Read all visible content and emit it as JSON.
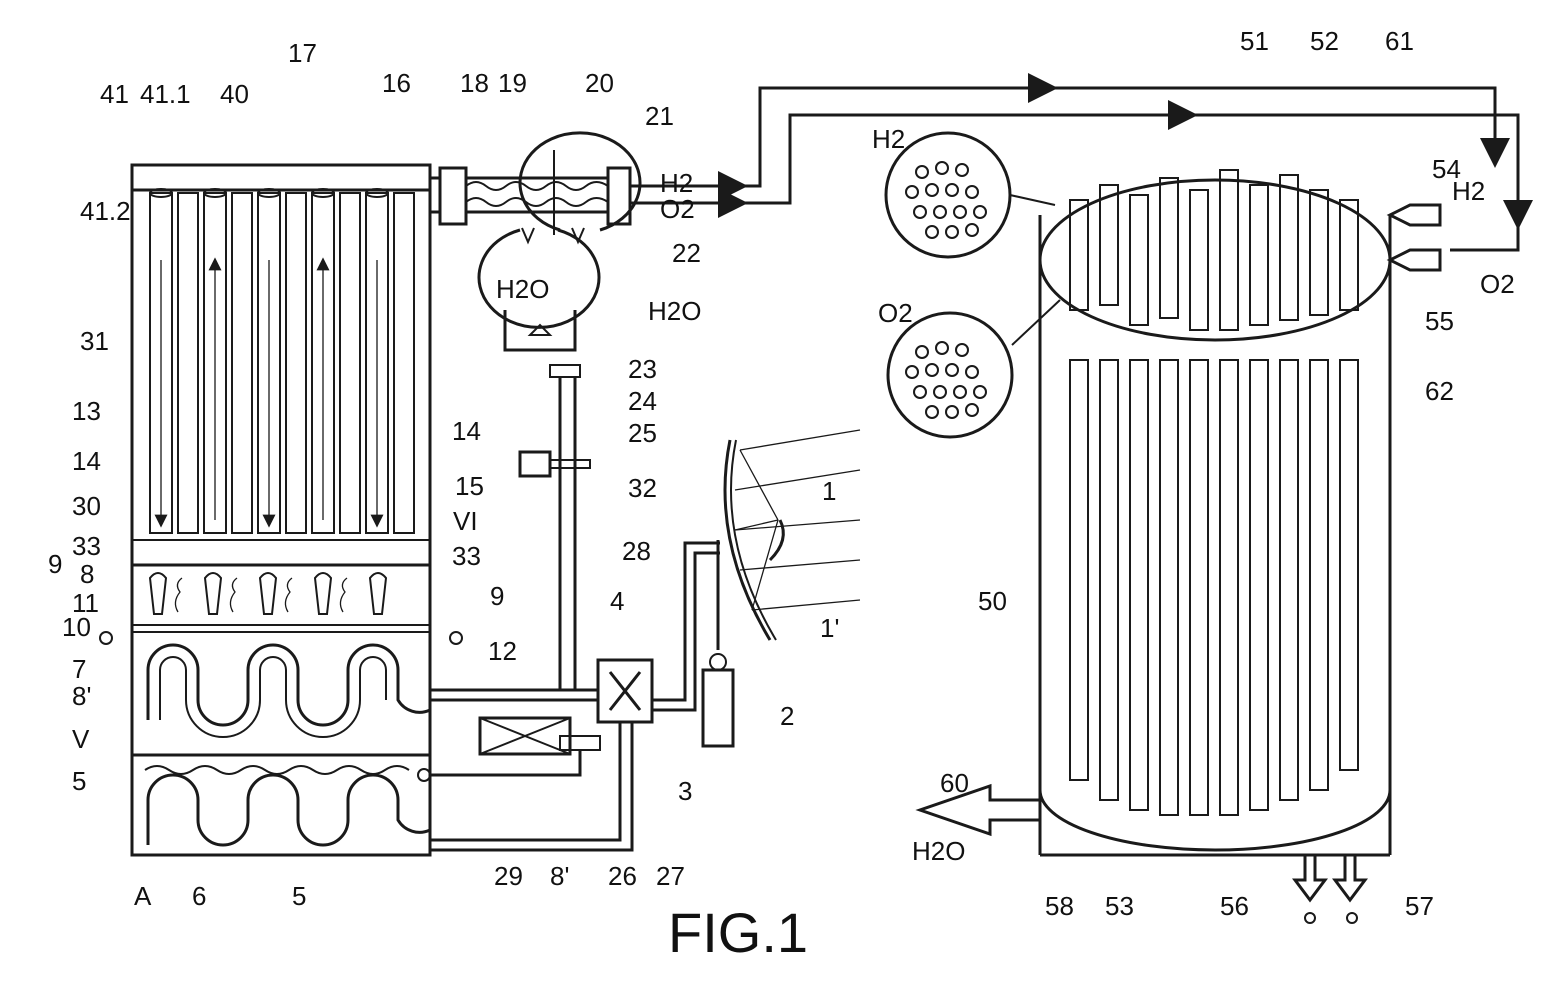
{
  "caption": "FIG.1",
  "labels": {
    "l41": "41",
    "l41_1": "41.1",
    "l40": "40",
    "l17": "17",
    "l16": "16",
    "l18": "18",
    "l19": "19",
    "l20": "20",
    "l21": "21",
    "l22": "22",
    "l41_2": "41.2",
    "l31": "31",
    "l13": "13",
    "l14a": "14",
    "l14b": "14",
    "l30": "30",
    "l15": "15",
    "vi": "VI",
    "l33a": "33",
    "l33b": "33",
    "l8": "8",
    "l9a": "9",
    "l9b": "9",
    "l11": "11",
    "l10": "10",
    "l12": "12",
    "l7": "7",
    "l8p_a": "8'",
    "l8p_b": "8'",
    "v": "V",
    "l5a": "5",
    "l5b": "5",
    "a": "A",
    "l6": "6",
    "l29": "29",
    "l26": "26",
    "l27": "27",
    "l3": "3",
    "l2": "2",
    "l4": "4",
    "l28": "28",
    "l32": "32",
    "l25": "25",
    "l24": "24",
    "l23": "23",
    "l1": "1",
    "l1p": "1'",
    "h2o_tank_left": "H2O",
    "h2o_tank_right": "H2O",
    "h2_pipe": "H2",
    "o2_pipe": "O2",
    "h2_disc": "H2",
    "o2_disc": "O2",
    "l51": "51",
    "l52": "52",
    "l61": "61",
    "l54": "54",
    "h2_in": "H2",
    "o2_in": "O2",
    "l55": "55",
    "l62": "62",
    "l50": "50",
    "l60": "60",
    "h2o_out": "H2O",
    "l58": "58",
    "l53": "53",
    "l56": "56",
    "l57": "57"
  }
}
